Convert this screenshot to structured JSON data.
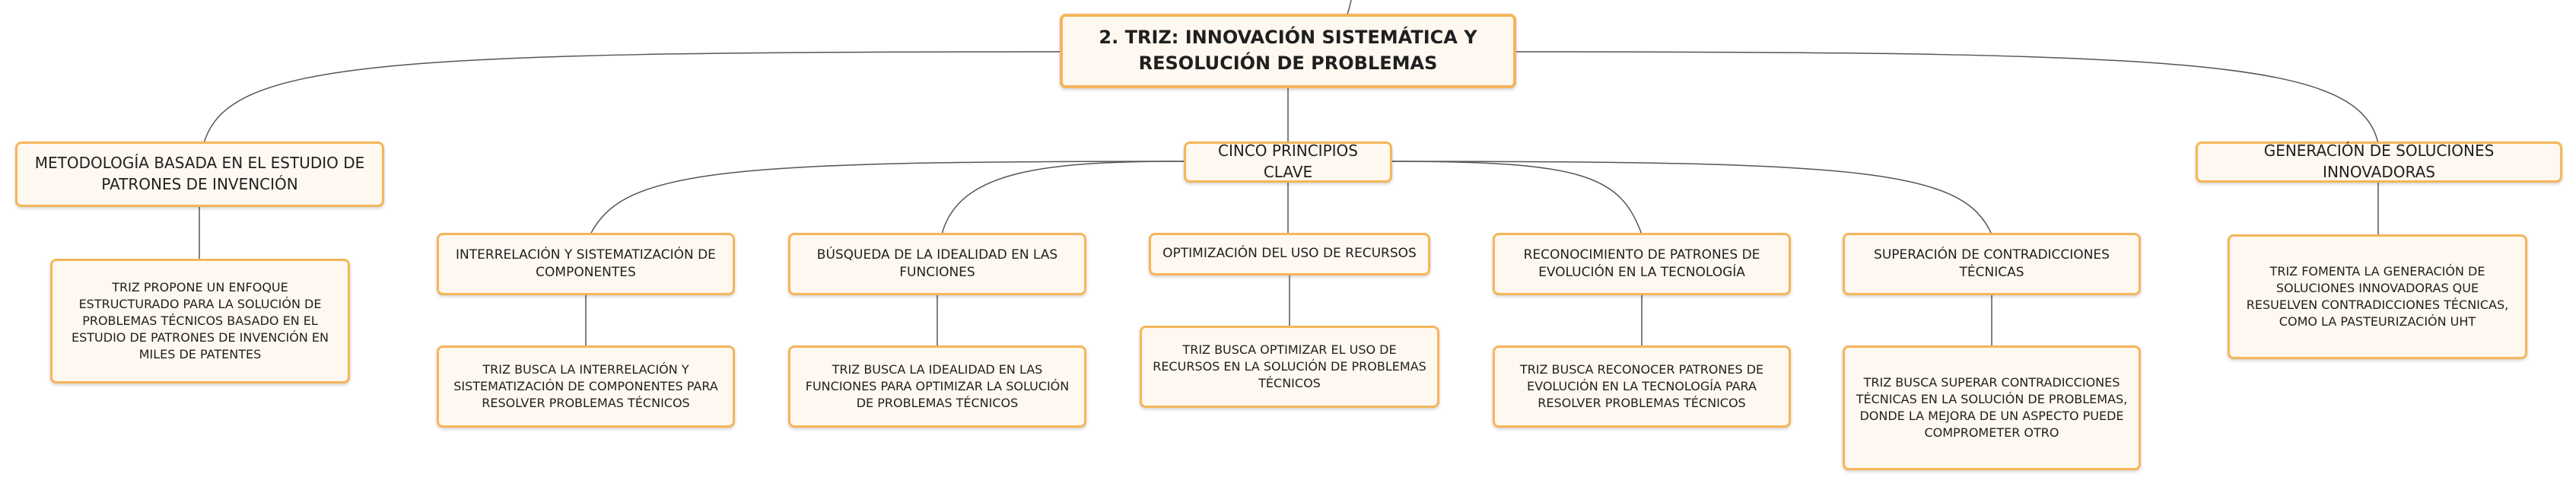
{
  "root": {
    "label": "2. TRIZ: INNOVACIÓN SISTEMÁTICA Y RESOLUCIÓN DE PROBLEMAS"
  },
  "left_branch": {
    "label": "METODOLOGÍA BASADA EN EL ESTUDIO DE PATRONES DE INVENCIÓN",
    "detail": "TRIZ PROPONE UN ENFOQUE ESTRUCTURADO PARA LA SOLUCIÓN DE PROBLEMAS TÉCNICOS BASADO EN EL ESTUDIO DE PATRONES DE INVENCIÓN EN MILES DE PATENTES"
  },
  "center_branch": {
    "label": "CINCO PRINCIPIOS CLAVE",
    "principles": [
      {
        "label": "INTERRELACIÓN Y SISTEMATIZACIÓN DE COMPONENTES",
        "detail": "TRIZ BUSCA LA INTERRELACIÓN Y SISTEMATIZACIÓN DE COMPONENTES PARA RESOLVER PROBLEMAS TÉCNICOS"
      },
      {
        "label": "BÚSQUEDA DE LA IDEALIDAD EN LAS FUNCIONES",
        "detail": "TRIZ BUSCA LA IDEALIDAD EN LAS FUNCIONES PARA OPTIMIZAR LA SOLUCIÓN DE PROBLEMAS TÉCNICOS"
      },
      {
        "label": "OPTIMIZACIÓN DEL USO DE RECURSOS",
        "detail": "TRIZ BUSCA OPTIMIZAR EL USO DE RECURSOS EN LA SOLUCIÓN DE PROBLEMAS TÉCNICOS"
      },
      {
        "label": "RECONOCIMIENTO DE PATRONES DE EVOLUCIÓN EN LA TECNOLOGÍA",
        "detail": "TRIZ BUSCA RECONOCER PATRONES DE EVOLUCIÓN EN LA TECNOLOGÍA PARA RESOLVER PROBLEMAS TÉCNICOS"
      },
      {
        "label": "SUPERACIÓN DE CONTRADICCIONES TÉCNICAS",
        "detail": "TRIZ BUSCA SUPERAR CONTRADICCIONES TÉCNICAS EN LA SOLUCIÓN DE PROBLEMAS, DONDE LA MEJORA DE UN ASPECTO PUEDE COMPROMETER OTRO"
      }
    ]
  },
  "right_branch": {
    "label": "GENERACIÓN DE SOLUCIONES INNOVADORAS",
    "detail": "TRIZ FOMENTA LA GENERACIÓN DE SOLUCIONES INNOVADORAS QUE RESUELVEN CONTRADICCIONES TÉCNICAS, COMO LA PASTEURIZACIÓN UHT"
  },
  "colors": {
    "border": "#f6b55a",
    "fill": "#fff8f0",
    "line": "#555555"
  }
}
